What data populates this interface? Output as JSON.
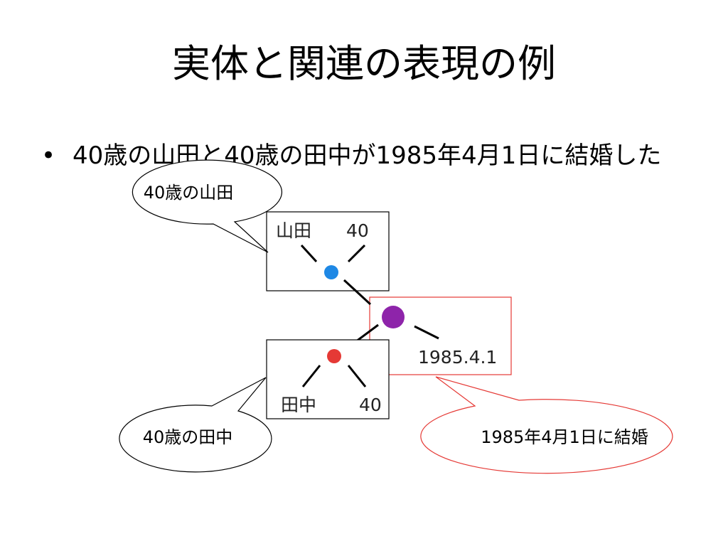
{
  "slide": {
    "title": "実体と関連の表現の例",
    "bullet": "40歳の山田と40歳の田中が1985年4月1日に結婚した"
  },
  "diagram": {
    "entity_top": {
      "label_name": "山田",
      "label_age": "40",
      "node_color": "#1e88e5"
    },
    "entity_bottom": {
      "label_name": "田中",
      "label_age": "40",
      "node_color": "#e53935"
    },
    "relation": {
      "label_date": "1985.4.1",
      "node_color": "#8e24aa",
      "box_color": "#e53935"
    },
    "callouts": {
      "yamada": "40歳の山田",
      "tanaka": "40歳の田中",
      "marriage": "1985年4月1日に結婚"
    }
  }
}
